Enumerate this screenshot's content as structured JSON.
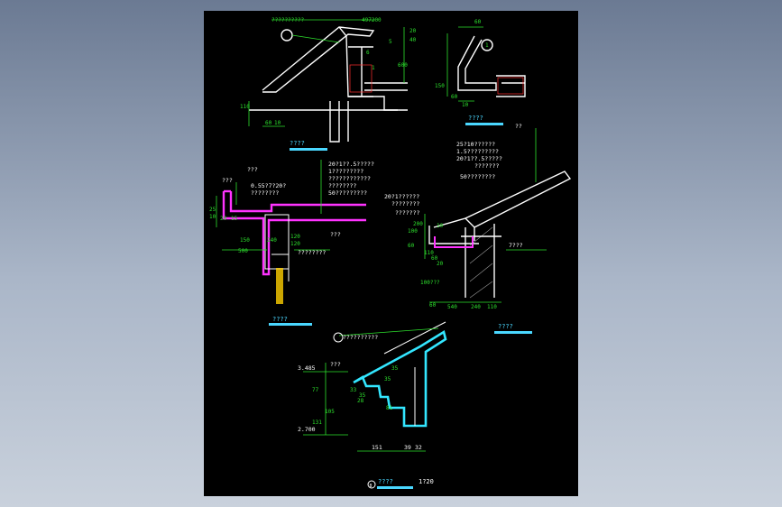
{
  "colors": {
    "background": "#000000",
    "outline": "#ffffff",
    "dimension": "#2de02d",
    "highlight_magenta": "#ff33ff",
    "highlight_cyan": "#33e6ff",
    "title_bar": "#4ad7ff"
  },
  "detail1": {
    "leader": "??????????",
    "elevation": "497200",
    "dims": [
      "20",
      "5",
      "40",
      "600",
      "110",
      "60",
      "10",
      "6",
      "1"
    ],
    "title": "????"
  },
  "detail2": {
    "dims": [
      "60",
      "1",
      "150",
      "60",
      "10"
    ],
    "title": "????"
  },
  "detail3": {
    "notes": [
      "???",
      "???",
      "0.55?7?20?",
      "????????",
      "20?1??.5?????",
      "1?????????",
      "????????????",
      "????????",
      "50?????????",
      "???",
      "????????"
    ],
    "dims": [
      "10",
      "25",
      "20",
      "15",
      "120",
      "150",
      "240",
      "500",
      "120"
    ],
    "title": "????"
  },
  "detail4": {
    "notes": [
      "??",
      "25?10??????",
      "1.5?????????",
      "20?1??.5?????",
      "???????",
      "50????????",
      "20?1??????",
      "????????",
      "???????",
      "7???"
    ],
    "dims": [
      "10",
      "60",
      "100",
      "200",
      "110",
      "20",
      "60",
      "100???",
      "60",
      "540",
      "240",
      "110"
    ],
    "title": "????"
  },
  "detail5": {
    "leader": "??????????",
    "notes": [
      "???"
    ],
    "dims": [
      "3.485",
      "77",
      "105",
      "131",
      "2.700",
      "35",
      "33",
      "35",
      "28",
      "35",
      "81",
      "151",
      "39",
      "32"
    ],
    "title": "????",
    "scale": "1?20",
    "number": "8"
  }
}
